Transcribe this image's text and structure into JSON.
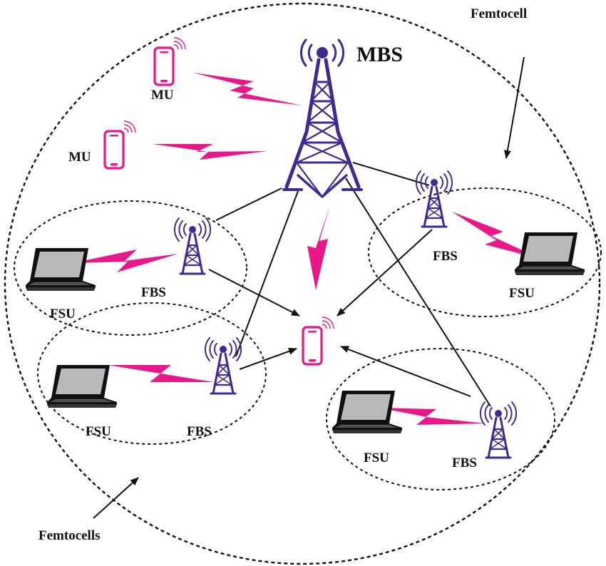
{
  "labels": {
    "mbs": "MBS",
    "femtocell_arrow": "Femtocell",
    "femtocells_arrow": "Femtocells",
    "mu_top": "MU",
    "mu_mid": "MU",
    "fbs_left_top": "FBS",
    "fsu_left_top": "FSU",
    "fbs_right_top": "FBS",
    "fsu_right_top": "FSU",
    "fsu_left_bottom": "FSU",
    "fbs_left_bottom": "FBS",
    "fsu_right_bottom": "FSU",
    "fbs_right_bottom": "FBS"
  },
  "colors": {
    "tower": "#3f2a8f",
    "signal": "#e8178a",
    "line": "#111111"
  },
  "icons": [
    "macro-tower-icon",
    "femto-tower-icon",
    "smartphone-icon",
    "laptop-icon",
    "lightning-signal-icon"
  ]
}
